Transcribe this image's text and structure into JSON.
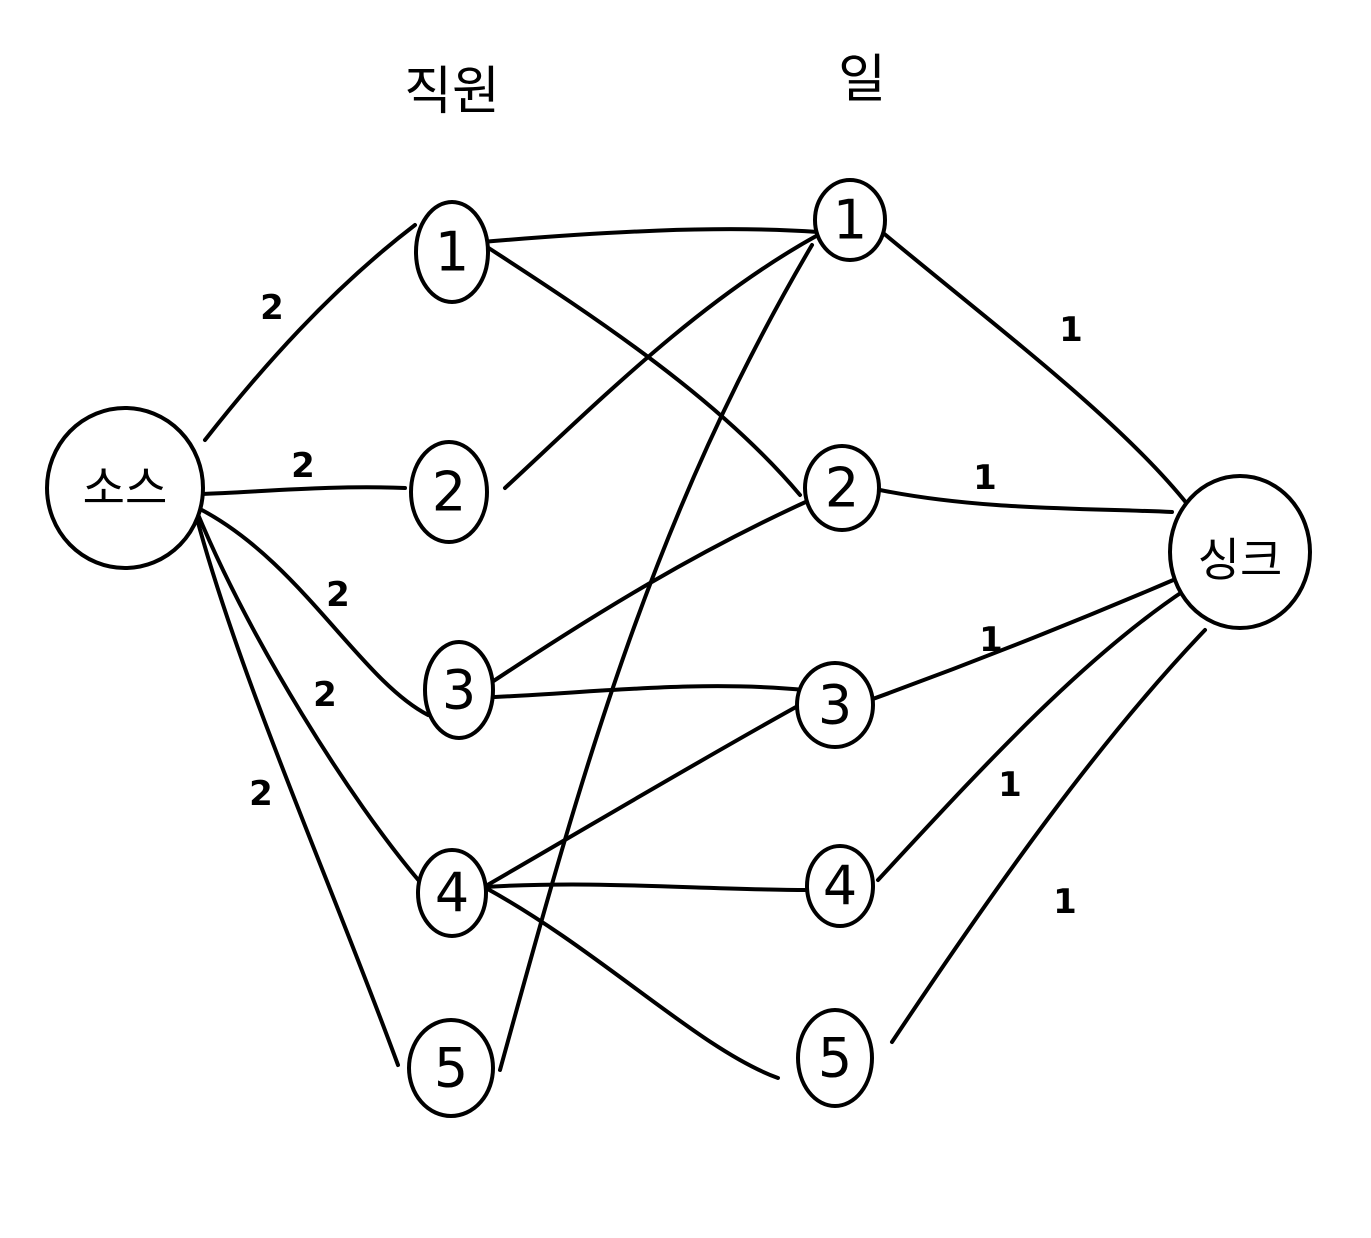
{
  "headers": {
    "employees": "직원",
    "jobs": "일"
  },
  "nodes": {
    "source": "소스",
    "sink": "싱크",
    "employees": [
      "1",
      "2",
      "3",
      "4",
      "5"
    ],
    "jobs": [
      "1",
      "2",
      "3",
      "4",
      "5"
    ]
  },
  "capacities": {
    "source_edges": [
      "2",
      "2",
      "2",
      "2",
      "2"
    ],
    "sink_edges": [
      "1",
      "1",
      "1",
      "1",
      "1"
    ]
  },
  "assignments": [
    {
      "employee": "1",
      "job": "1"
    },
    {
      "employee": "1",
      "job": "2"
    },
    {
      "employee": "2",
      "job": "1"
    },
    {
      "employee": "3",
      "job": "2"
    },
    {
      "employee": "3",
      "job": "3"
    },
    {
      "employee": "4",
      "job": "3"
    },
    {
      "employee": "4",
      "job": "4"
    },
    {
      "employee": "4",
      "job": "5"
    },
    {
      "employee": "5",
      "job": "1"
    }
  ],
  "colors": {
    "stroke": "#000000",
    "background": "#ffffff"
  }
}
